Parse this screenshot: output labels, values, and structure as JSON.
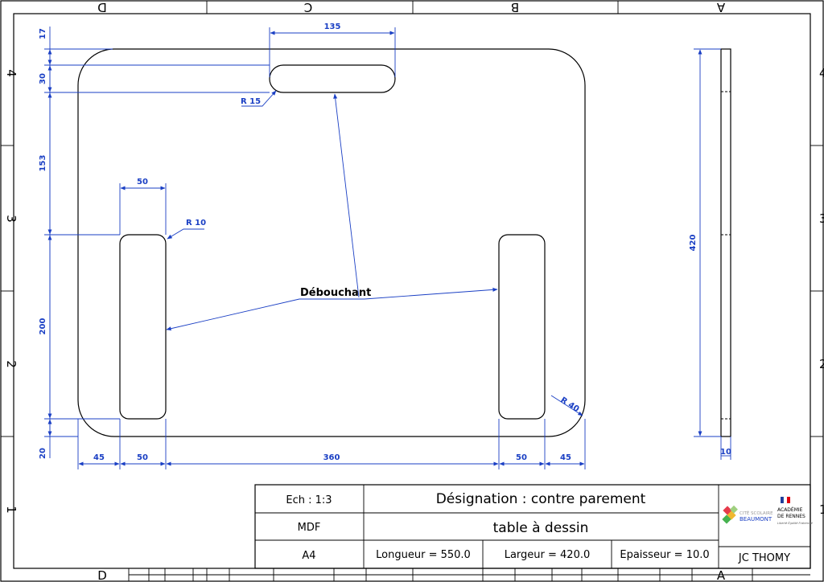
{
  "border": {
    "cols": [
      "D",
      "C",
      "B",
      "A"
    ],
    "rows": [
      "4",
      "3",
      "2",
      "1"
    ]
  },
  "dims": {
    "slot_width": "135",
    "top_margin": "17",
    "slot_height": "30",
    "r_slot": "R 15",
    "left_span": "153",
    "hole_width": "50",
    "r_hole": "R 10",
    "hole_height": "200",
    "bottom_margin": "20",
    "r_corner": "R 40",
    "bottom_45_left": "45",
    "bottom_50_left": "50",
    "bottom_360": "360",
    "bottom_50_right": "50",
    "bottom_45_right": "45",
    "side_height": "420",
    "side_thickness": "10"
  },
  "annotation": "Débouchant",
  "title_block": {
    "scale": "Ech : 1:3",
    "material": "MDF",
    "format": "A4",
    "designation": "Désignation : contre parement",
    "subtitle": "table à dessin",
    "length": "Longueur = 550.0",
    "width": "Largeur = 420.0",
    "thickness": "Epaisseur = 10.0",
    "logo_left_line1": "CITÉ SCOLAIRE",
    "logo_left_line2": "BEAUMONT",
    "logo_right_line1": "ACADÉMIE",
    "logo_right_line2": "DE RENNES",
    "logo_motto": "Liberté Égalité Fraternité",
    "author": "JC THOMY"
  },
  "colors": {
    "dimension": "#1a3fc4",
    "outline": "#000000"
  }
}
